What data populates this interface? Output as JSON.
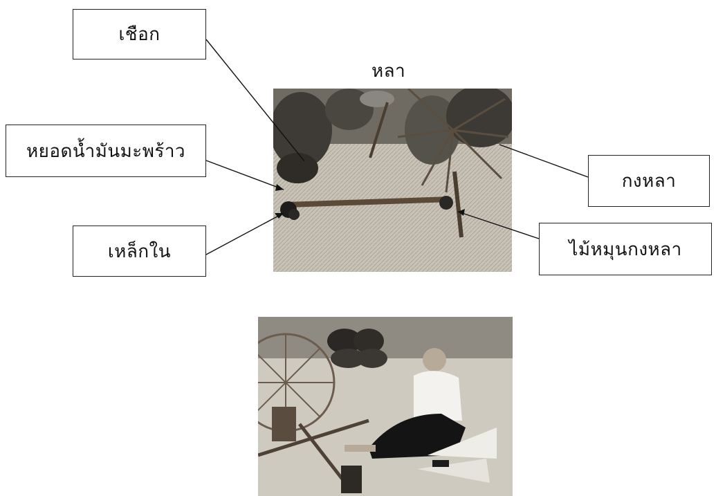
{
  "diagram": {
    "title": "หลา",
    "labels": {
      "rope": "เชือก",
      "oil_drip": "หยอดน้ำมันมะพร้าว",
      "spindle": "เหล็กใน",
      "wheel": "กงหลา",
      "crank": "ไม้หมุนกงหลา"
    }
  },
  "photos": {
    "top": "spinning-wheel-photo",
    "bottom": "woman-spinning-photo"
  }
}
